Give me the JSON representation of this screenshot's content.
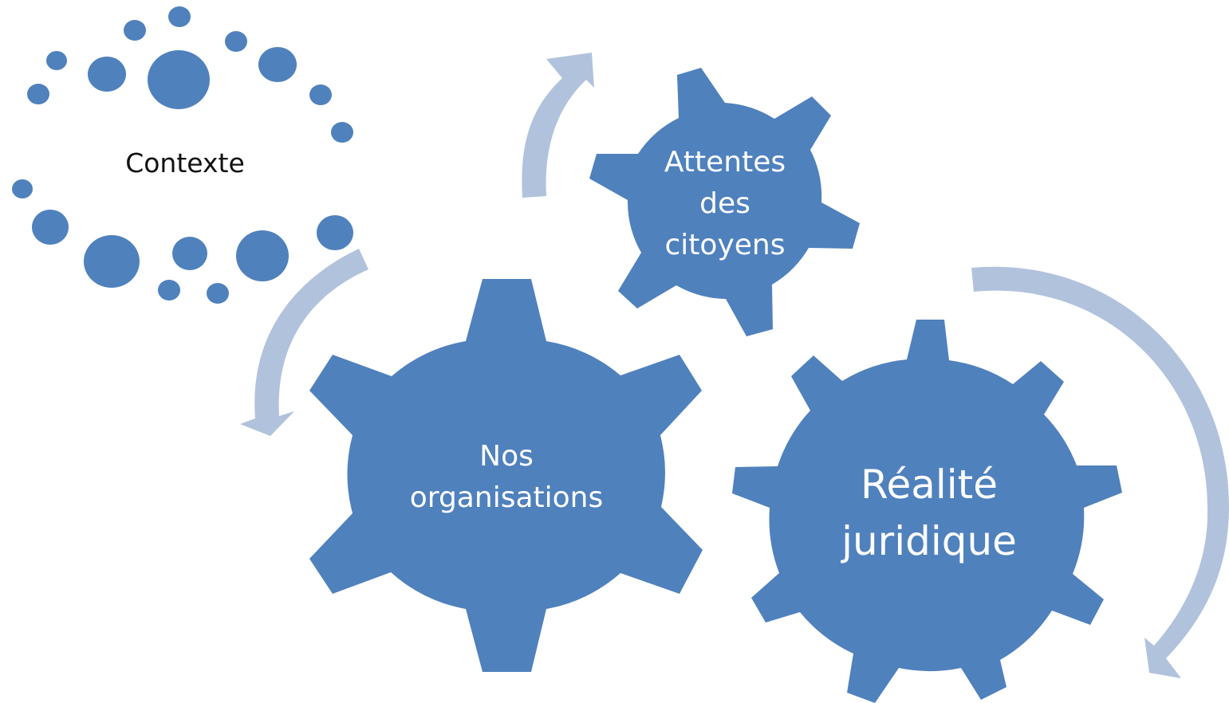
{
  "context": {
    "label": "Contexte"
  },
  "gears": {
    "attentes": {
      "line1": "Attentes",
      "line2": "des",
      "line3": "citoyens"
    },
    "organisations": {
      "line1": "Nos",
      "line2": "organisations"
    },
    "realite": {
      "line1": "Réalité",
      "line2": "juridique"
    }
  },
  "colors": {
    "gear": "#4f81bd",
    "arrow": "#b1c2dd",
    "context_text": "#111111",
    "gear_text": "#ffffff"
  }
}
